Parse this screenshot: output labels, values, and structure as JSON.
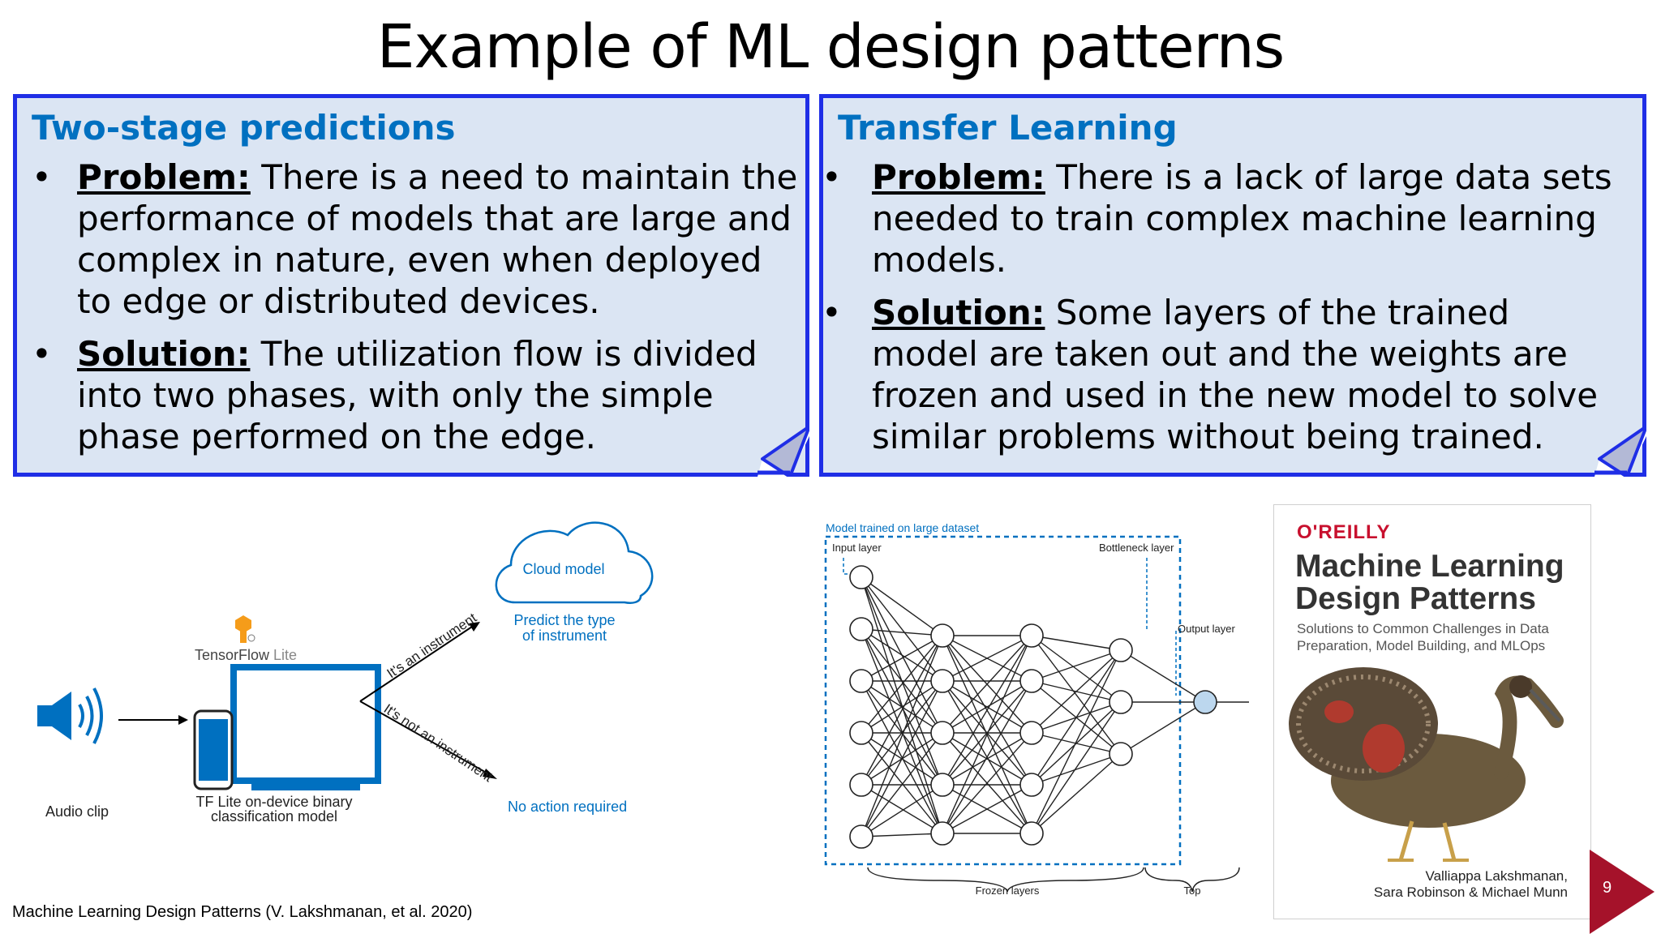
{
  "slide": {
    "title": "Example of ML design patterns",
    "page_number": "9",
    "caption": "Machine Learning Design Patterns (V. Lakshmanan, et al. 2020)"
  },
  "colors": {
    "note_fill": "#dbe5f3",
    "note_border": "#1f2ee6",
    "heading": "#0070c0",
    "diagram_blue": "#0070c0",
    "badge": "#a5122a"
  },
  "left_card": {
    "heading": "Two-stage predictions",
    "items": [
      {
        "bullet": "•",
        "term": "Problem:",
        "text": " There is a need to maintain the\nperformance of models that are large and\ncomplex in nature, even when deployed\nto edge or distributed devices."
      },
      {
        "bullet": "•",
        "term": "Solution:",
        "text": " The utilization flow is divided\ninto two phases, with only the simple\nphase performed on the edge."
      }
    ]
  },
  "right_card": {
    "heading": "Transfer Learning",
    "items": [
      {
        "bullet": "•",
        "term": "Problem:",
        "text": " There is a lack of large data sets\nneeded to train complex machine learning\nmodels."
      },
      {
        "bullet": "•",
        "term": "Solution:",
        "text": " Some layers of the trained\nmodel are taken out and the weights are\nfrozen and used in the new model to solve\nsimilar problems without being trained."
      }
    ]
  },
  "two_stage_figure": {
    "cloud_label": "Cloud model",
    "predict_label_1": "Predict the type",
    "predict_label_2": "of instrument",
    "brand_1": "TensorFlow",
    "brand_2": " Lite",
    "branch_yes": "It's an instrument",
    "branch_no": "It's not an instrument",
    "no_action": "No action required",
    "audio_label": "Audio clip",
    "device_label_1": "TF Lite on-device binary",
    "device_label_2": "classification model"
  },
  "transfer_figure": {
    "box_label": "Model trained on large dataset",
    "input_layer": "Input layer",
    "bottleneck_layer": "Bottleneck layer",
    "output_layer": "Output layer",
    "frozen_layers": "Frozen layers",
    "top": "Top"
  },
  "book": {
    "publisher": "O'REILLY",
    "title_line_1": "Machine Learning",
    "title_line_2": "Design Patterns",
    "subtitle": "Solutions to Common Challenges in Data Preparation, Model Building, and MLOps",
    "authors_line_1": "Valliappa Lakshmanan,",
    "authors_line_2": "Sara Robinson & Michael Munn"
  }
}
